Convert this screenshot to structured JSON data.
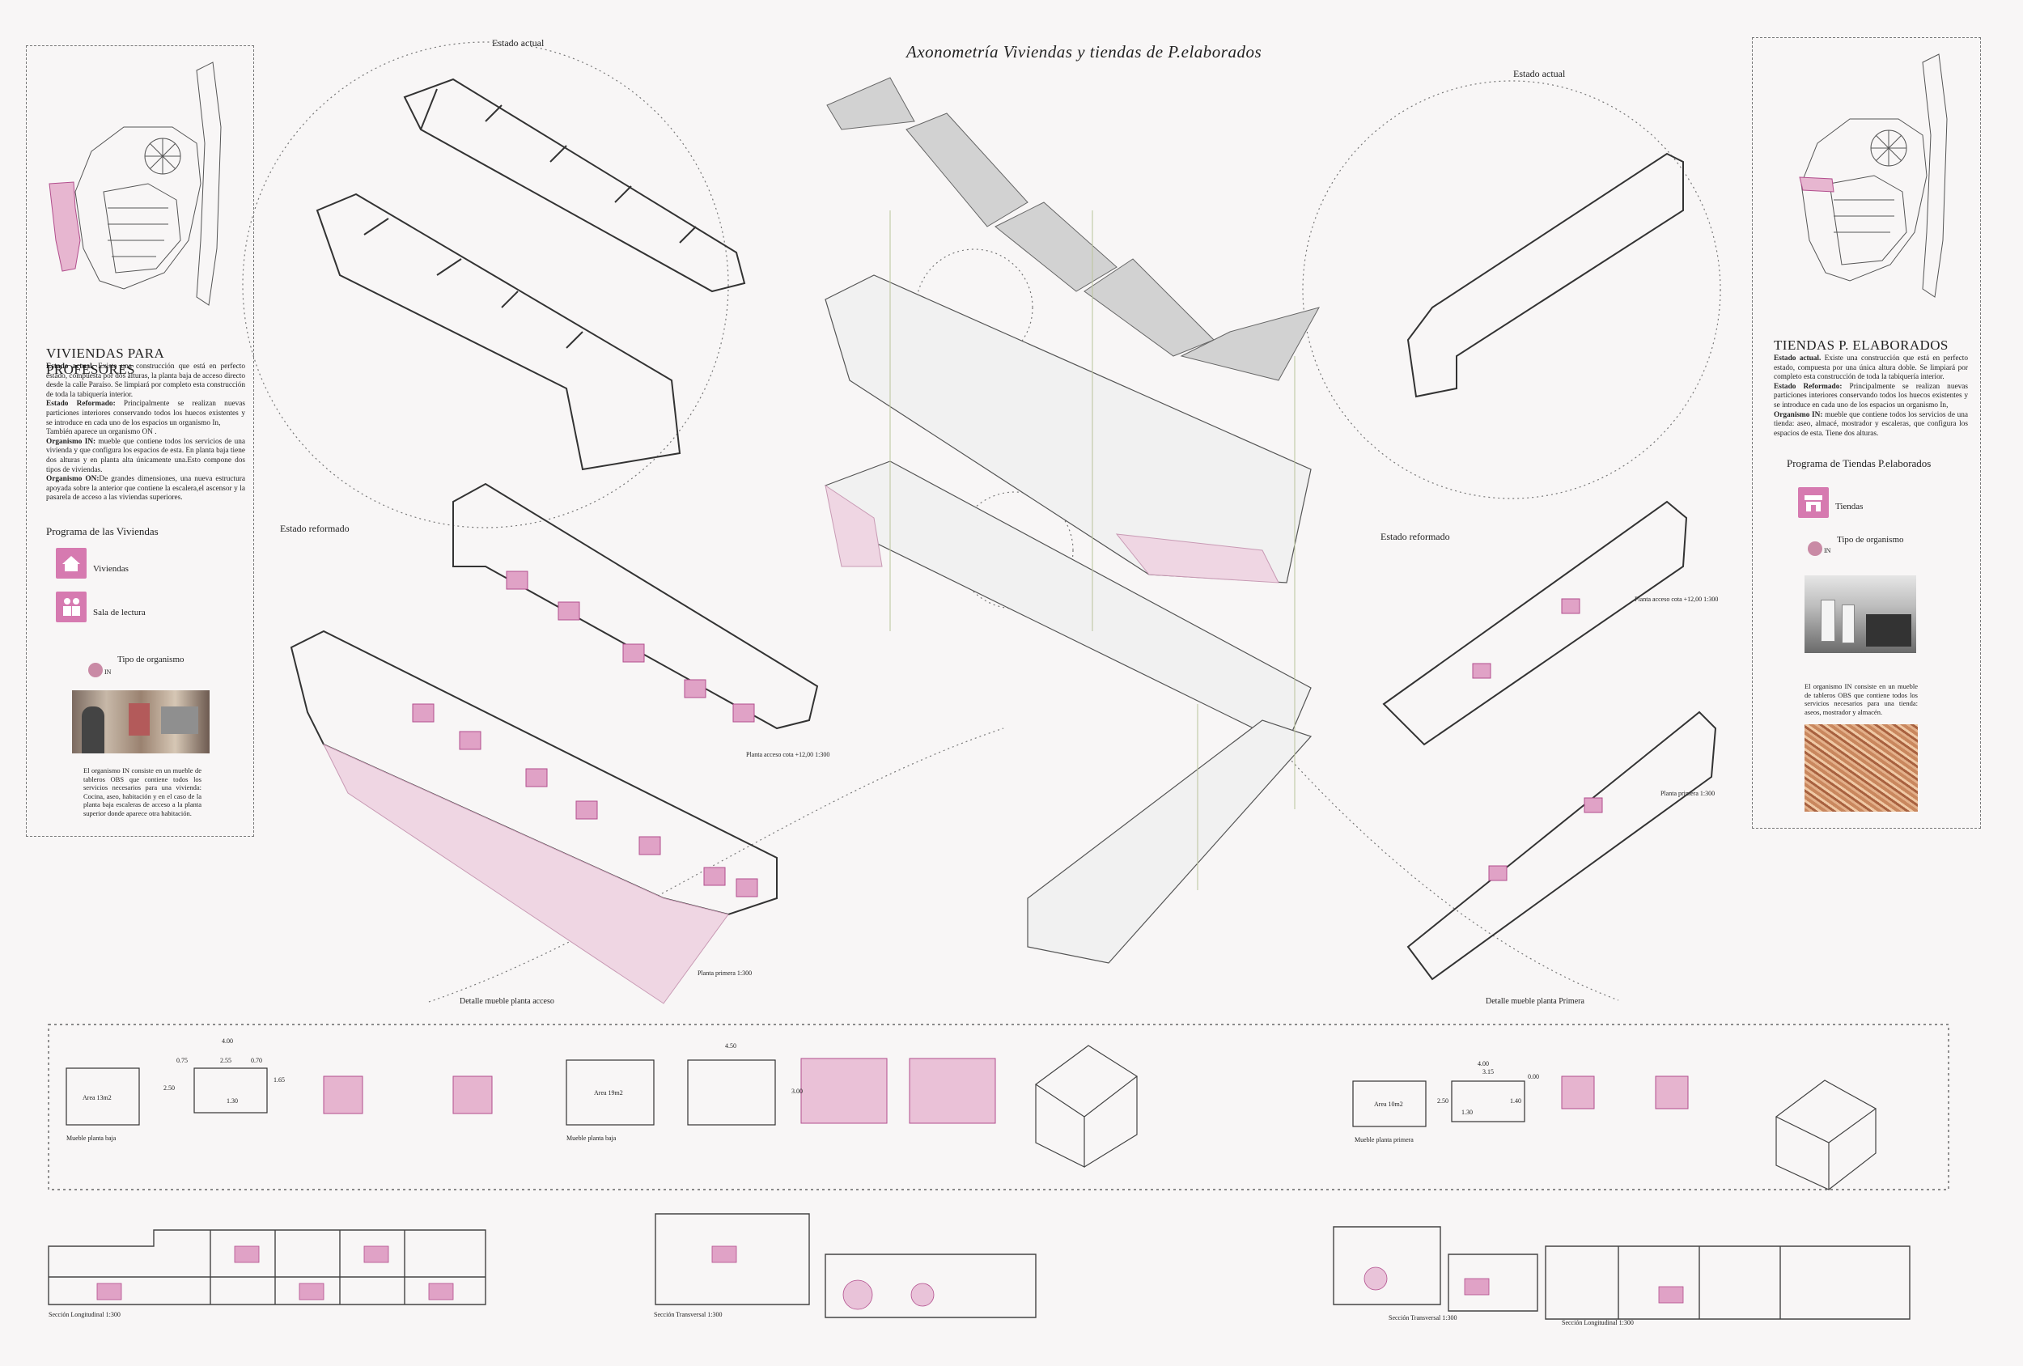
{
  "title": "Axonometría Viviendas y tiendas de P.elaborados",
  "left_panel": {
    "heading": "VIVIENDAS PARA PROFESORES",
    "paragraphs": [
      {
        "lead": "Estado actual.",
        "text": " Existe una construcción que está en perfecto estado, compuesta por dos alturas, la planta baja de acceso directo desde la calle Paraíso. Se limpiará por completo esta construcción de toda la tabiquería interior."
      },
      {
        "lead": "Estado Reformado:",
        "text": " Principalmente se realizan nuevas particiones interiores conservando todos los huecos existentes y se introduce en cada uno de los espacios un organismo In,"
      },
      {
        "lead": "",
        "text": "También aparece un organismo ON ."
      },
      {
        "lead": "Organismo IN:",
        "text": " mueble que contiene todos los servicios de una vivienda y que configura los espacios de esta. En planta baja tiene dos alturas y en planta alta únicamente una.Esto compone dos tipos de viviendas."
      },
      {
        "lead": "Organismo ON:",
        "text": "De grandes dimensiones, una nueva estructura apoyada sobre la anterior que contiene la escalera,el ascensor y la pasarela de acceso a las viviendas superiores."
      }
    ],
    "program_title": "Programa de las Viviendas",
    "program_items": [
      "Viviendas",
      "Sala de lectura"
    ],
    "organism_title": "Tipo de organismo",
    "organism_badge": "IN",
    "organism_text": "El organismo IN consiste en un mueble de tableros OBS que contiene todos los servicios necesarios para una vivienda: Cocina, aseo, habitación y en el caso de la planta baja escaleras de acceso a la planta superior donde aparece otra habitación."
  },
  "right_panel": {
    "heading": "TIENDAS  P. ELABORADOS",
    "paragraphs": [
      {
        "lead": "Estado actual.",
        "text": " Existe una construcción que está en perfecto estado, compuesta por una única altura doble. Se limpiará por completo esta construcción de toda la tabiquería interior."
      },
      {
        "lead": "Estado Reformado:",
        "text": " Principalmente se realizan nuevas particiones interiores conservando todos los huecos existentes y se introduce en cada uno de los espacios un organismo In,"
      },
      {
        "lead": "Organismo IN:",
        "text": " mueble que contiene todos los servicios de una tienda: aseo, almacé, mostrador y escaleras, que configura los espacios de esta. Tiene dos alturas."
      }
    ],
    "program_title": "Programa de Tiendas P.elaborados",
    "program_items": [
      "Tiendas"
    ],
    "organism_title": "Tipo de organismo",
    "organism_badge": "IN",
    "organism_text": "El organismo IN consiste en un mueble de tableros OBS que contiene todos los servicios necesarios para una tienda: aseos, mostrador y almacén."
  },
  "labels": {
    "estado_actual_left": "Estado actual",
    "estado_actual_right": "Estado actual",
    "estado_reformado_left": "Estado reformado",
    "estado_reformado_right": "Estado reformado",
    "planta_acceso_left": "Planta acceso  cota +12,00    1:300",
    "planta_primera_left": "Planta primera    1:300",
    "planta_acceso_right": "Planta acceso  cota +12,00    1:300",
    "planta_primera_right": "Planta primera    1:300",
    "detalle_acceso": "Detalle mueble planta acceso",
    "detalle_primera": "Detalle mueble planta Primera"
  },
  "details": {
    "area_1": "Area 13m2",
    "mueble_1": "Mueble planta baja",
    "area_2": "Area 19m2",
    "mueble_2": "Mueble planta baja",
    "area_3": "Area 10m2",
    "mueble_3": "Mueble planta primera",
    "dims_a": [
      "4.00",
      "0.75",
      "2.55",
      "0.70",
      "2.50",
      "1.65",
      "1.30"
    ],
    "dims_b": [
      "4.50",
      "3.00"
    ],
    "dims_c": [
      "4.00",
      "3.15",
      "0.00",
      "2.50",
      "1.30",
      "1.40"
    ]
  },
  "sections": {
    "s1": "Sección Longitudinal    1:300",
    "s2": "Sección Transversal    1:300",
    "s3": "Sección Transversal    1:300",
    "s4": "Sección Longitudinal    1:300"
  },
  "colors": {
    "accent": "#d67ab0",
    "pink_fill": "#efd6e3",
    "line": "#333333",
    "dash": "#777777"
  }
}
